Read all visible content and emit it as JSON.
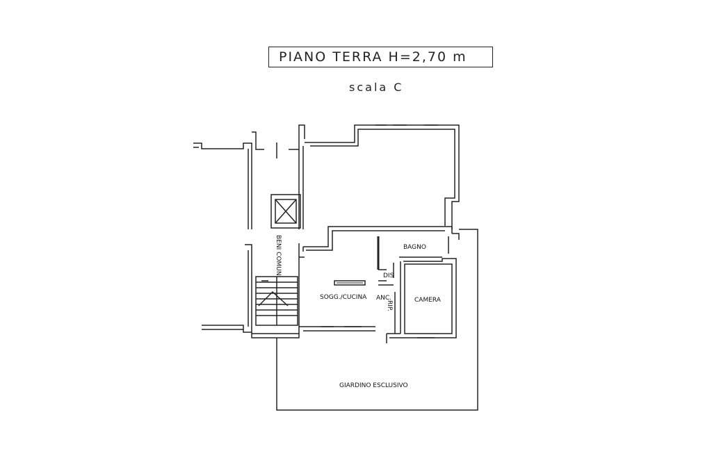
{
  "header": {
    "title": "PIANO TERRA H=2,70 m",
    "subtitle": "scala C"
  },
  "rooms": {
    "bagno": "BAGNO",
    "dis": "DIS",
    "camera": "CAMERA",
    "soggiorno_cucina": "SOGG./CUCINA",
    "anc": "ANC.",
    "ripostiglio": "RIP.",
    "beni_comuni": "BENI COMUNI",
    "giardino": "GIARDINO ESCLUSIVO"
  }
}
